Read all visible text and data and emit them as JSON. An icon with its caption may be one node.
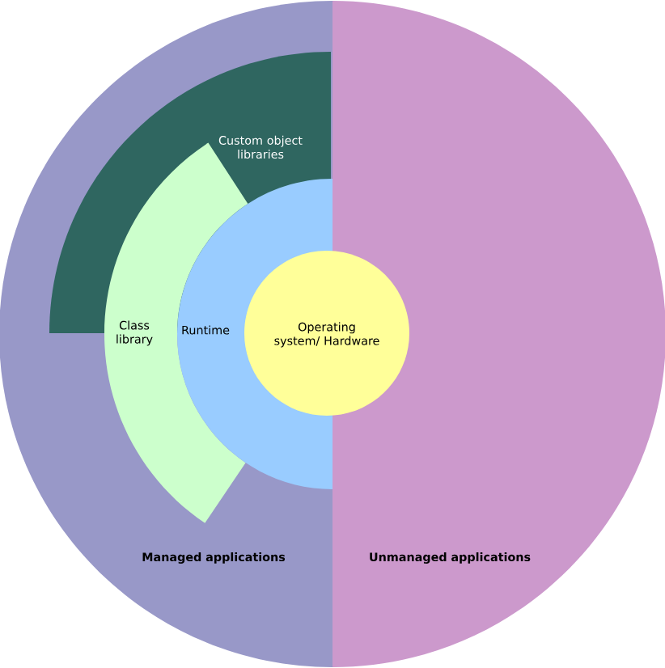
{
  "diagram": {
    "nodes": [
      {
        "text": [
          "Managed applications"
        ]
      },
      {
        "text": [
          "Unmanaged applications"
        ]
      },
      {
        "text": [
          "Custom object libraries"
        ],
        "in": 0
      },
      {
        "text": [
          "Class library"
        ],
        "in": 0
      },
      {
        "text": [
          "Runtime"
        ],
        "in": 0
      },
      {
        "text": [
          "Operating system/ Hardware"
        ]
      }
    ]
  }
}
